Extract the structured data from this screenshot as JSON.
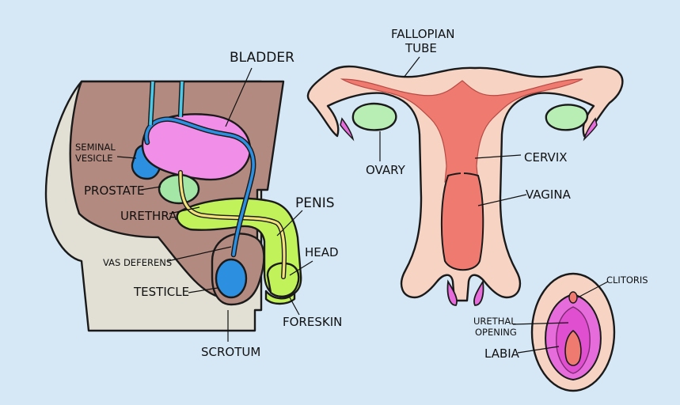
{
  "male": {
    "labels": {
      "bladder": "BLADDER",
      "seminal_vesicle_line1": "SEMINAL",
      "seminal_vesicle_line2": "VESICLE",
      "prostate": "PROSTATE",
      "urethra": "URETHRA",
      "vas_deferens": "VAS DEFERENS",
      "testicle": "TESTICLE",
      "scrotum": "SCROTUM",
      "penis": "PENIS",
      "head": "HEAD",
      "foreskin": "FORESKIN"
    }
  },
  "female": {
    "labels": {
      "fallopian_line1": "FALLOPIAN",
      "fallopian_line2": "TUBE",
      "ovary": "OVARY",
      "cervix": "CERVIX",
      "vagina": "VAGINA",
      "clitoris": "CLITORIS",
      "urethral_line1": "URETHAL",
      "urethral_line2": "OPENING",
      "labia": "LABIA"
    }
  },
  "colors": {
    "background": "#d6e8f6",
    "body_brown": "#b38a80",
    "body_light": "#e2e0d4",
    "bladder": "#f08ee8",
    "vessel_blue": "#2d8fe0",
    "duct_cyan": "#4cc8e8",
    "prostate": "#a4e6a6",
    "penis": "#c2f25a",
    "urethra": "#f3e27a",
    "uterus_red": "#ee7a70",
    "uterus_skin": "#f6d3c3",
    "ovary": "#b8eeb4",
    "labia_pink": "#e66cdc"
  }
}
